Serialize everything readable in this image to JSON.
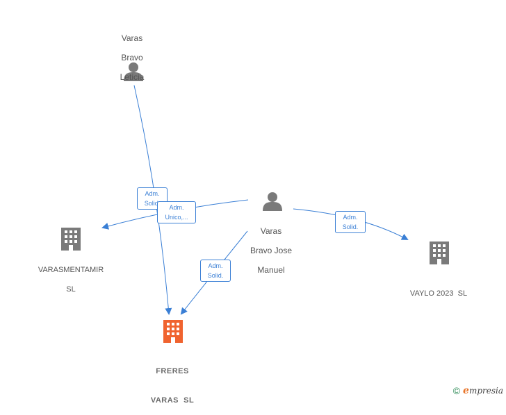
{
  "colors": {
    "edge": "#3a7fd5",
    "person_icon": "#7a7a7a",
    "company_icon": "#7a7a7a",
    "highlight_company": "#f0632f"
  },
  "nodes": {
    "leticia": {
      "lines": [
        "Varas",
        "Bravo",
        "Leticia"
      ],
      "icon": "person-icon"
    },
    "jose_manuel": {
      "lines": [
        "Varas",
        "Bravo Jose",
        "Manuel"
      ],
      "icon": "person-icon"
    },
    "varasmentamir": {
      "lines": [
        "VARASMENTAMIR",
        "SL"
      ],
      "icon": "building-icon"
    },
    "vaylo": {
      "lines": [
        "VAYLO 2023  SL"
      ],
      "icon": "building-icon"
    },
    "freres": {
      "lines": [
        "FRERES",
        "VARAS  SL"
      ],
      "icon": "building-icon"
    }
  },
  "edges": [
    {
      "id": "leticia-freres",
      "label": [
        "Adm.",
        "Solid."
      ]
    },
    {
      "id": "jose-varasmentamir",
      "label": [
        "Adm.",
        "Unico,..."
      ]
    },
    {
      "id": "jose-freres",
      "label": [
        "Adm.",
        "Solid."
      ]
    },
    {
      "id": "jose-vaylo",
      "label": [
        "Adm.",
        "Solid."
      ]
    }
  ],
  "footer": {
    "copyright": "©",
    "brand_initial": "e",
    "brand_rest": "mpresia"
  }
}
